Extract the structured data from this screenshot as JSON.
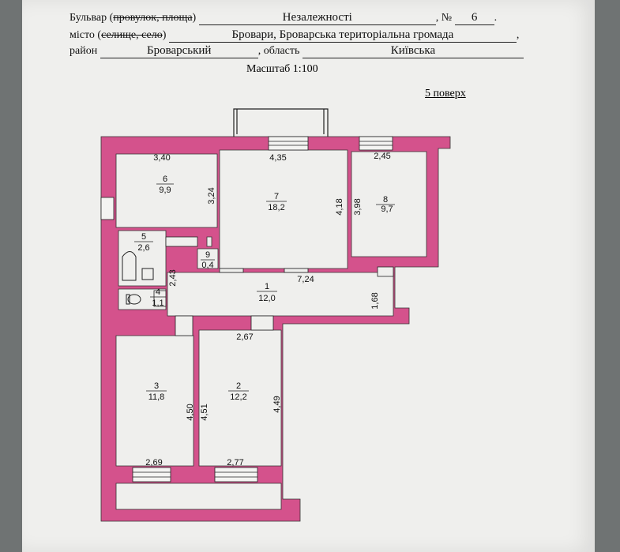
{
  "header": {
    "street_type": "Бульвар",
    "street_type_open": " (",
    "street_type_struck": "провулок, площа",
    "street_type_close": ")",
    "street_name": "Незалежності",
    "number_label": "№",
    "number": "6",
    "city_type": "місто",
    "city_type_open": " (",
    "city_type_struck": "селище, село",
    "city_type_close": ")",
    "city_name": "Бровари, Броварська територіальна громада",
    "district_label": "район",
    "district_name": "Броварський",
    "region_label": "область",
    "region_name": "Київська",
    "scale": "Масштаб 1:100",
    "floor": "5 поверх"
  },
  "rooms": [
    {
      "id": "1",
      "area": "12,0"
    },
    {
      "id": "2",
      "area": "12,2"
    },
    {
      "id": "3",
      "area": "11,8"
    },
    {
      "id": "4",
      "area": "1,1"
    },
    {
      "id": "5",
      "area": "2,6"
    },
    {
      "id": "6",
      "area": "9,9"
    },
    {
      "id": "7",
      "area": "18,2"
    },
    {
      "id": "8",
      "area": "9,7"
    },
    {
      "id": "9",
      "area": "0,4"
    }
  ],
  "dimensions": {
    "r6_width": "3,40",
    "r6_height": "3,24",
    "r7_width": "4,35",
    "r7_height": "4,18",
    "r8_width": "2,45",
    "r8_height": "3,98",
    "r1_width": "7,24",
    "r1_left": "2,43",
    "r1_right": "1,68",
    "r2_width_top": "2,67",
    "r2_width_bottom": "2,77",
    "r2_height_left": "4,51",
    "r2_height_right": "4,49",
    "r3_height": "4,50",
    "r3_width": "2,69"
  },
  "colors": {
    "wall": "#d4528c",
    "paper": "#efefed"
  }
}
